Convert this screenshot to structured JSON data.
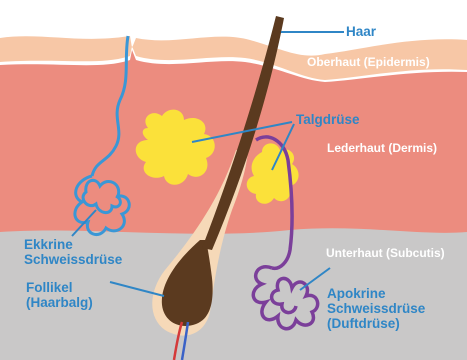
{
  "labels": {
    "haar": "Haar",
    "oberhaut": "Oberhaut (Epidermis)",
    "talgdruese": "Talgdrüse",
    "lederhaut": "Lederhaut (Dermis)",
    "unterhaut": "Unterhaut (Subcutis)",
    "ekkrine_line1": "Ekkrine",
    "ekkrine_line2": "Schweissdrüse",
    "follikel_line1": "Follikel",
    "follikel_line2": "(Haarbalg)",
    "apokrine_line1": "Apokrine",
    "apokrine_line2": "Schweissdrüse",
    "apokrine_line3": "(Duftdrüse)"
  },
  "colors": {
    "epidermis": "#f7c7a6",
    "dermis": "#ec8c7f",
    "subcutis": "#c9c8c8",
    "hair": "#5b3a1f",
    "sebaceous_gland": "#fbe13a",
    "eccrine_gland": "#3a97d6",
    "apocrine_gland": "#7b3f9a",
    "label_blue": "#2f86c6",
    "leader_line": "#2f86c6"
  }
}
